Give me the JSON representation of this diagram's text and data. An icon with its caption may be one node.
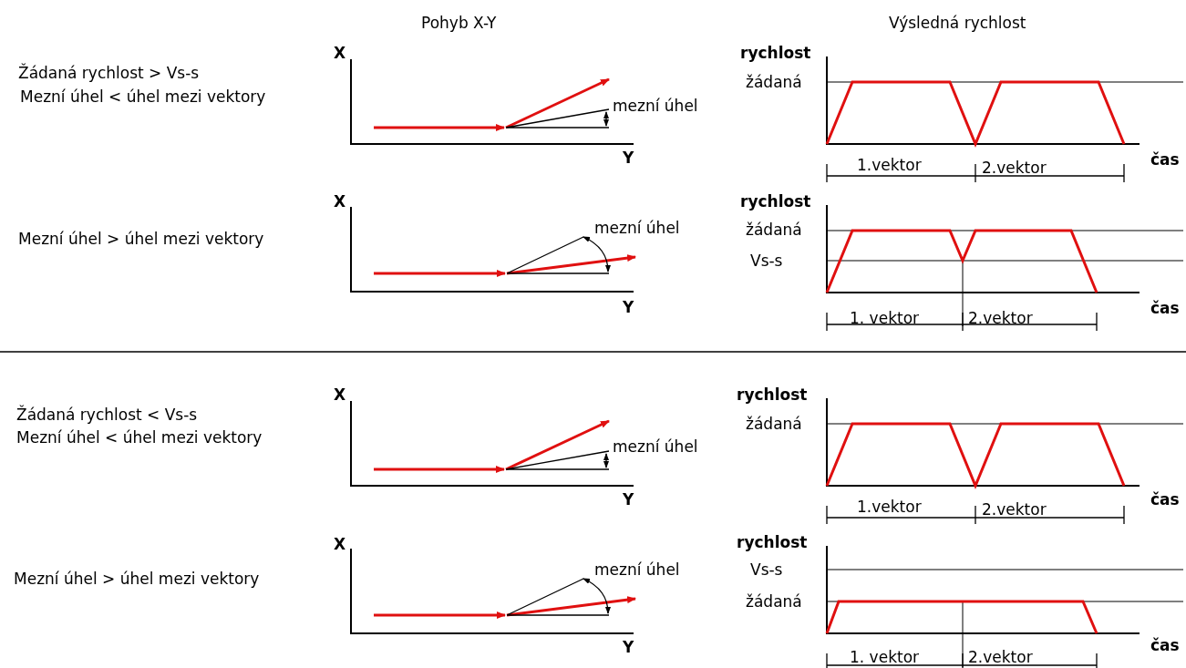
{
  "diagram": {
    "labels": [
      "Pohyb X-Y",
      "Výsledná rychlost",
      "Žádaná rychlost > Vs-s",
      "Mezní úhel < úhel mezi vektory",
      "X",
      "mezní úhel",
      "Y",
      "rychlost",
      "žádaná",
      "čas",
      "1.vektor",
      "2.vektor",
      "Mezní úhel > úhel mezi vektory",
      "X",
      "mezní úhel",
      "Y",
      "rychlost",
      "žádaná",
      "Vs-s",
      "čas",
      "1. vektor",
      "2.vektor",
      "Žádaná rychlost < Vs-s",
      "Mezní úhel < úhel mezi vektory",
      "X",
      "mezní úhel",
      "Y",
      "rychlost",
      "žádaná",
      "čas",
      "1.vektor",
      "2.vektor",
      "Mezní úhel > úhel mezi vektory",
      "X",
      "mezní úhel",
      "Y",
      "rychlost",
      "Vs-s",
      "žádaná",
      "čas",
      "1. vektor",
      "2.vektor"
    ]
  }
}
